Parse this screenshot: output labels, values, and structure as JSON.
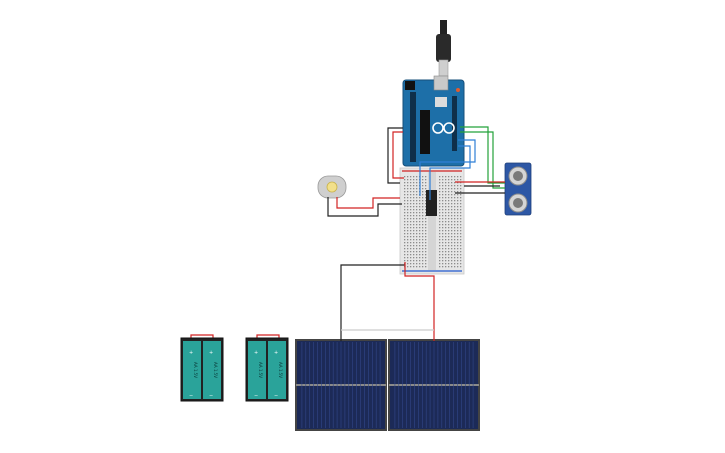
{
  "circuit": {
    "colors": {
      "background": "#ffffff",
      "arduino_board": "#1d6fa8",
      "arduino_dark": "#164f7a",
      "breadboard": "#e6e6e6",
      "solar_panel": "#1c2a57",
      "battery_body": "#2aa39a",
      "sensor_board": "#2d57a5",
      "wire_red": "#d22323",
      "wire_black": "#222222",
      "wire_green": "#23a23a",
      "wire_blue": "#2f7fd6"
    },
    "battery_packs": [
      {
        "cells": [
          {
            "plus": "+",
            "minus": "−",
            "label": "AA 1.5V"
          },
          {
            "plus": "+",
            "minus": "−",
            "label": "AA 1.5V"
          }
        ]
      },
      {
        "cells": [
          {
            "plus": "+",
            "minus": "−",
            "label": "AA 1.5V"
          },
          {
            "plus": "+",
            "minus": "−",
            "label": "AA 1.5V"
          }
        ]
      }
    ],
    "icons": {
      "arduino": "arduino-uno-icon",
      "usb": "usb-cable-icon",
      "motor": "dc-motor-icon",
      "sensor": "ultrasonic-sensor-icon",
      "solar": "solar-panel-icon",
      "battery": "battery-icon",
      "breadboard": "breadboard-icon"
    }
  }
}
